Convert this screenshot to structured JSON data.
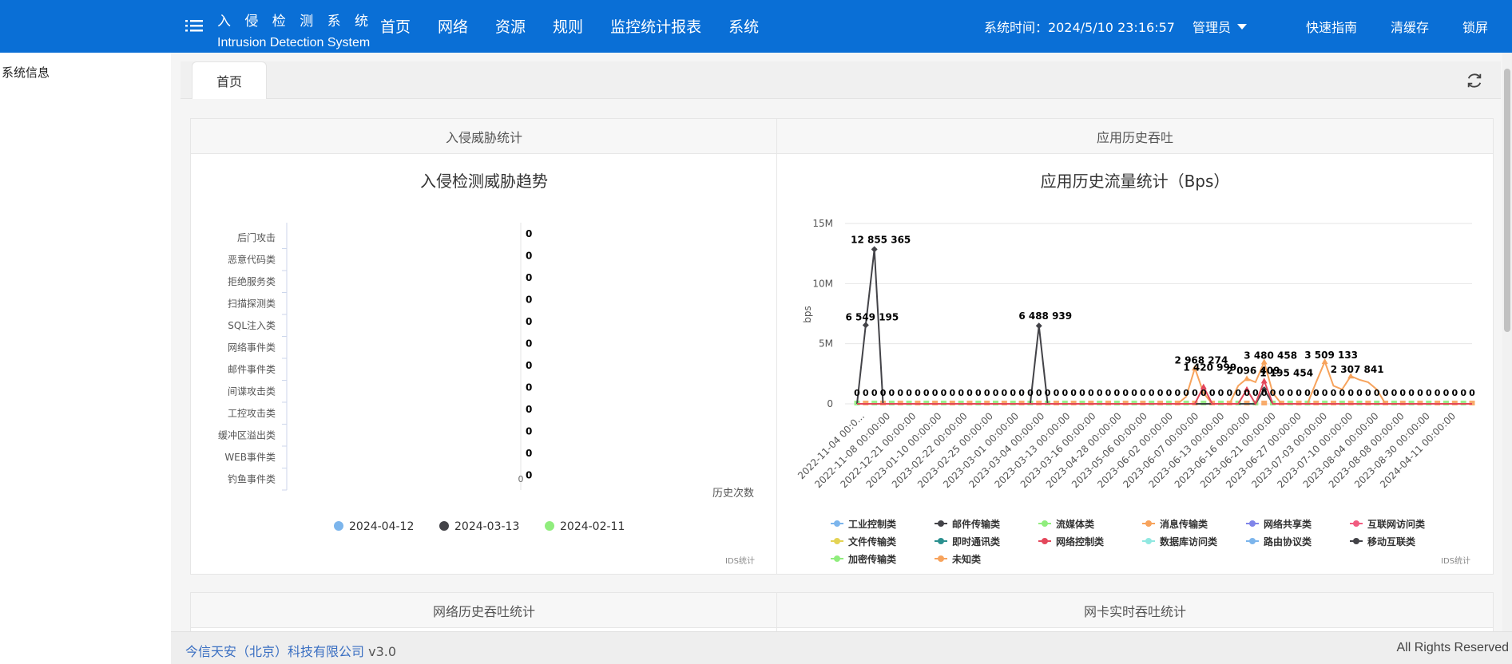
{
  "app": {
    "name_cn": "入 侵 检 测 系 统",
    "name_en": "Intrusion Detection System"
  },
  "nav": [
    "首页",
    "网络",
    "资源",
    "规则",
    "监控统计报表",
    "系统"
  ],
  "topbar": {
    "system_time": "系统时间：2024/5/10 23:16:57",
    "user": "管理员",
    "links": [
      "快速指南",
      "清缓存",
      "锁屏"
    ]
  },
  "sidebar": {
    "items": [
      "系统信息"
    ]
  },
  "tabs": [
    "首页"
  ],
  "panels": {
    "threat": {
      "header": "入侵威胁统计",
      "footnote": "IDS统计"
    },
    "app_history": {
      "header": "应用历史吞吐",
      "footnote": "IDS统计"
    },
    "net_history": {
      "header": "网络历史吞吐统计"
    },
    "nic_realtime": {
      "header": "网卡实时吞吐统计"
    }
  },
  "chart_data": [
    {
      "type": "bar",
      "orientation": "horizontal",
      "title": "入侵检测威胁趋势",
      "xlabel": "历史次数",
      "categories": [
        "后门攻击",
        "恶意代码类",
        "拒绝服务类",
        "扫描探测类",
        "SQL注入类",
        "网络事件类",
        "邮件事件类",
        "间谍攻击类",
        "工控攻击类",
        "缓冲区溢出类",
        "WEB事件类",
        "钓鱼事件类"
      ],
      "series": [
        {
          "name": "2024-04-12",
          "color": "#7cb5ec",
          "values": [
            0,
            0,
            0,
            0,
            0,
            0,
            0,
            0,
            0,
            0,
            0,
            0
          ]
        },
        {
          "name": "2024-03-13",
          "color": "#434348",
          "values": [
            0,
            0,
            0,
            0,
            0,
            0,
            0,
            0,
            0,
            0,
            0,
            0
          ]
        },
        {
          "name": "2024-02-11",
          "color": "#90ed7d",
          "values": [
            0,
            0,
            0,
            0,
            0,
            0,
            0,
            0,
            0,
            0,
            0,
            0
          ]
        }
      ],
      "x_tick": "0"
    },
    {
      "type": "line",
      "title": "应用历史流量统计（Bps）",
      "ylabel": "bps",
      "ylim": [
        0,
        15000000
      ],
      "yticks": [
        "0",
        "5M",
        "10M",
        "15M"
      ],
      "x_tick_labels": [
        "2022-11-04 00:0...",
        "2022-11-08 00:00:00",
        "2022-12-21 00:00:00",
        "2023-01-10 00:00:00",
        "2023-02-22 00:00:00",
        "2023-02-25 00:00:00",
        "2023-03-01 00:00:00",
        "2023-03-04 00:00:00",
        "2023-03-13 00:00:00",
        "2023-03-16 00:00:00",
        "2023-04-28 00:00:00",
        "2023-05-06 00:00:00",
        "2023-06-02 00:00:00",
        "2023-06-07 00:00:00",
        "2023-06-13 00:00:00",
        "2023-06-16 00:00:00",
        "2023-06-21 00:00:00",
        "2023-06-27 00:00:00",
        "2023-07-03 00:00:00",
        "2023-07-10 00:00:00",
        "2023-08-04 00:00:00",
        "2023-08-08 00:00:00",
        "2023-08-30 00:00:00",
        "2024-04-11 00:00:00"
      ],
      "num_points": 72,
      "series": [
        {
          "name": "邮件传输类",
          "color": "#434348",
          "peaks": [
            [
              1,
              6549195
            ],
            [
              2,
              12855365
            ],
            [
              21,
              6488939
            ],
            [
              47,
              1195454
            ]
          ]
        },
        {
          "name": "未知类",
          "color": "#f7a35c",
          "peaks": [
            [
              39,
              2968274
            ],
            [
              45,
              2096409
            ],
            [
              47,
              3480458
            ],
            [
              54,
              3509133
            ],
            [
              57,
              2307841
            ]
          ]
        },
        {
          "name": "网络控制类",
          "color": "#e4475b",
          "peaks": [
            [
              40,
              1420999
            ],
            [
              45,
              1200000
            ],
            [
              47,
              1900000
            ]
          ]
        }
      ],
      "labels": [
        "12 855 365",
        "6 549 195",
        "6 488 939",
        "2 968 274",
        "1 420 999",
        "3 480 458",
        "2 096 409",
        "3 509 133",
        "2 307 841",
        "1 195 454"
      ],
      "legend": [
        {
          "name": "工业控制类",
          "color": "#7cb5ec"
        },
        {
          "name": "邮件传输类",
          "color": "#434348"
        },
        {
          "name": "流媒体类",
          "color": "#90ed7d"
        },
        {
          "name": "消息传输类",
          "color": "#f7a35c"
        },
        {
          "name": "网络共享类",
          "color": "#8085e9"
        },
        {
          "name": "互联网访问类",
          "color": "#f15c80"
        },
        {
          "name": "文件传输类",
          "color": "#e4d354"
        },
        {
          "name": "即时通讯类",
          "color": "#2b908f"
        },
        {
          "name": "网络控制类",
          "color": "#e4475b"
        },
        {
          "name": "数据库访问类",
          "color": "#91e8e1"
        },
        {
          "name": "路由协议类",
          "color": "#7cb5ec"
        },
        {
          "name": "移动互联类",
          "color": "#434348"
        },
        {
          "name": "加密传输类",
          "color": "#90ed7d"
        },
        {
          "name": "未知类",
          "color": "#f7a35c"
        }
      ]
    }
  ],
  "footer": {
    "company": "今信天安（北京）科技有限公司",
    "version": "v3.0",
    "rights": "All Rights Reserved"
  }
}
